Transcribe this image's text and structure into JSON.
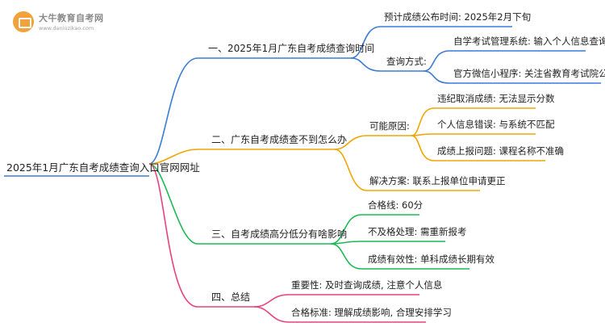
{
  "watermark": {
    "title": "大牛教育自考网",
    "url": "www.daniuzikao.com"
  },
  "root": {
    "label": "2025年1月广东自考成绩查询入口官网网址"
  },
  "colors": {
    "branch1": "#3a7bd5",
    "branch2": "#f0a500",
    "branch3": "#1db954",
    "branch4": "#e8417e"
  },
  "branches": [
    {
      "label": "一、2025年1月广东自考成绩查询时间",
      "children": [
        {
          "label": "预计成绩公布时间: 2025年2月下旬",
          "children": []
        },
        {
          "label": "查询方式:",
          "children": [
            {
              "label": "自学考试管理系统: 输入个人信息查询"
            },
            {
              "label": "官方微信小程序: 关注省教育考试院公众号"
            }
          ]
        }
      ]
    },
    {
      "label": "二、广东自考成绩查不到怎么办",
      "children": [
        {
          "label": "可能原因:",
          "children": [
            {
              "label": "违纪取消成绩: 无法显示分数"
            },
            {
              "label": "个人信息错误: 与系统不匹配"
            },
            {
              "label": "成绩上报问题: 课程名称不准确"
            }
          ]
        },
        {
          "label": "解决方案: 联系上报单位申请更正",
          "children": []
        }
      ]
    },
    {
      "label": "三、自考成绩高分低分有啥影响",
      "children": [
        {
          "label": "合格线: 60分",
          "children": []
        },
        {
          "label": "不及格处理: 需重新报考",
          "children": []
        },
        {
          "label": "成绩有效性: 单科成绩长期有效",
          "children": []
        }
      ]
    },
    {
      "label": "四、总结",
      "children": [
        {
          "label": "重要性: 及时查询成绩, 注意个人信息",
          "children": []
        },
        {
          "label": "合格标准: 理解成绩影响, 合理安排学习",
          "children": []
        }
      ]
    }
  ]
}
